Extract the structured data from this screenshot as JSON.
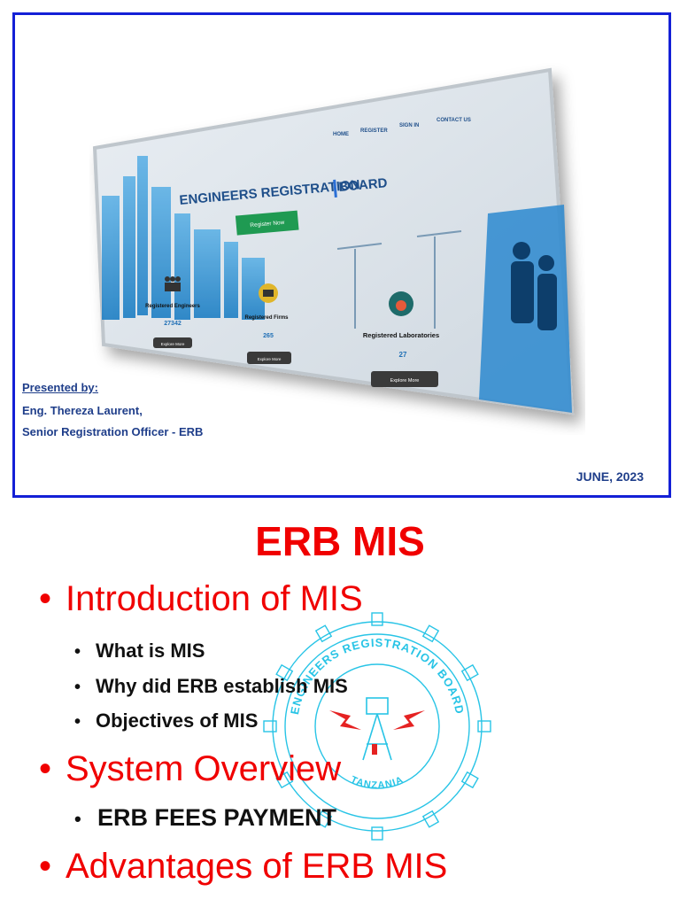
{
  "slide1": {
    "website": {
      "nav": [
        "HOME",
        "REGISTER",
        "SIGN IN",
        "CONTACT US"
      ],
      "title_left": "ENGINEERS REGISTRATION",
      "title_right": "BOARD",
      "cta": "Register Now",
      "stats": [
        {
          "label": "Registered Engineers",
          "value": "27342",
          "button": "Explore More"
        },
        {
          "label": "Registered Firms",
          "value": "265",
          "button": "Explore More"
        },
        {
          "label": "Registered Laboratories",
          "value": "27",
          "button": "Explore More"
        }
      ]
    },
    "presented_label": "Presented by:",
    "presenter_name": "Eng. Thereza Laurent,",
    "presenter_role": "Senior Registration Officer - ERB",
    "date": "JUNE, 2023"
  },
  "slide2": {
    "title": "ERB MIS",
    "bullets": [
      {
        "text": "Introduction of MIS",
        "sub": [
          "What is MIS",
          "Why did ERB establish MIS",
          "Objectives of MIS"
        ]
      },
      {
        "text": "System Overview",
        "sub": [
          "ERB FEES PAYMENT"
        ]
      },
      {
        "text": "Advantages of ERB MIS",
        "sub": []
      }
    ],
    "watermark": {
      "top_text": "ENGINEERS REGISTRATION BOARD",
      "bottom_text": "TANZANIA"
    }
  },
  "colors": {
    "slide_border": "#1420d6",
    "heading_red": "#f00000",
    "presenter_blue": "#1f3e8a",
    "watermark_cyan": "#28c4e6"
  }
}
